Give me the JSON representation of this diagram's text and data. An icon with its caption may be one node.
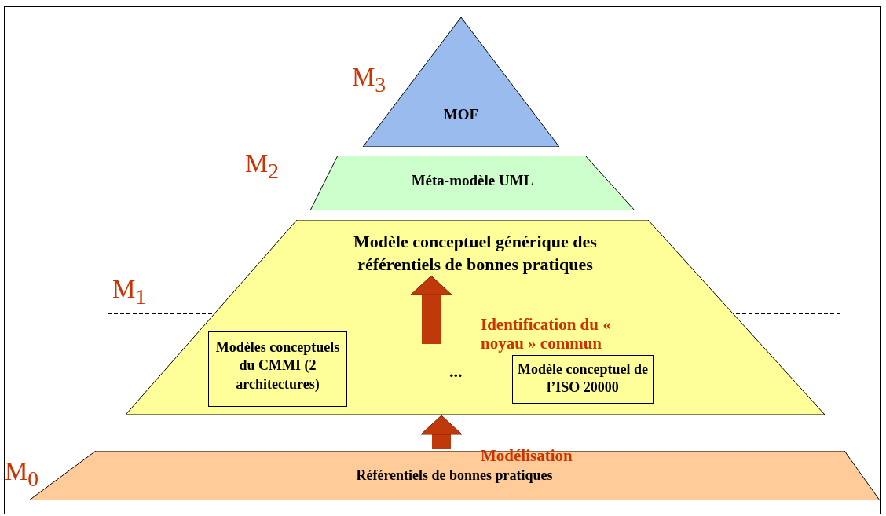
{
  "diagram": {
    "nodes": [
      {
        "text": [
          "MOF"
        ]
      },
      {
        "text": [
          "Méta-modèle UML"
        ]
      },
      {
        "text": [
          "Modèle conceptuel générique des référentiels de bonnes pratiques"
        ]
      },
      {
        "text": [
          "Modèles conceptuels du CMMI (2 architectures)"
        ],
        "in": 2
      },
      {
        "text": [
          "Modèle conceptuel de l’ISO 20000"
        ],
        "in": 2
      },
      {
        "text": [
          "Référentiels de bonnes pratiques"
        ]
      }
    ],
    "edges": [
      {
        "from": null,
        "to": 2,
        "arrow": "to",
        "label": "Identification du « noyau » commun"
      },
      {
        "from": 5,
        "to": 2,
        "arrow": "to",
        "label": "Modélisation"
      }
    ],
    "labels": [
      "M$_{3}$",
      "M$_{2}$",
      "M$_{1}$",
      "...",
      "M$_{0}$"
    ]
  }
}
